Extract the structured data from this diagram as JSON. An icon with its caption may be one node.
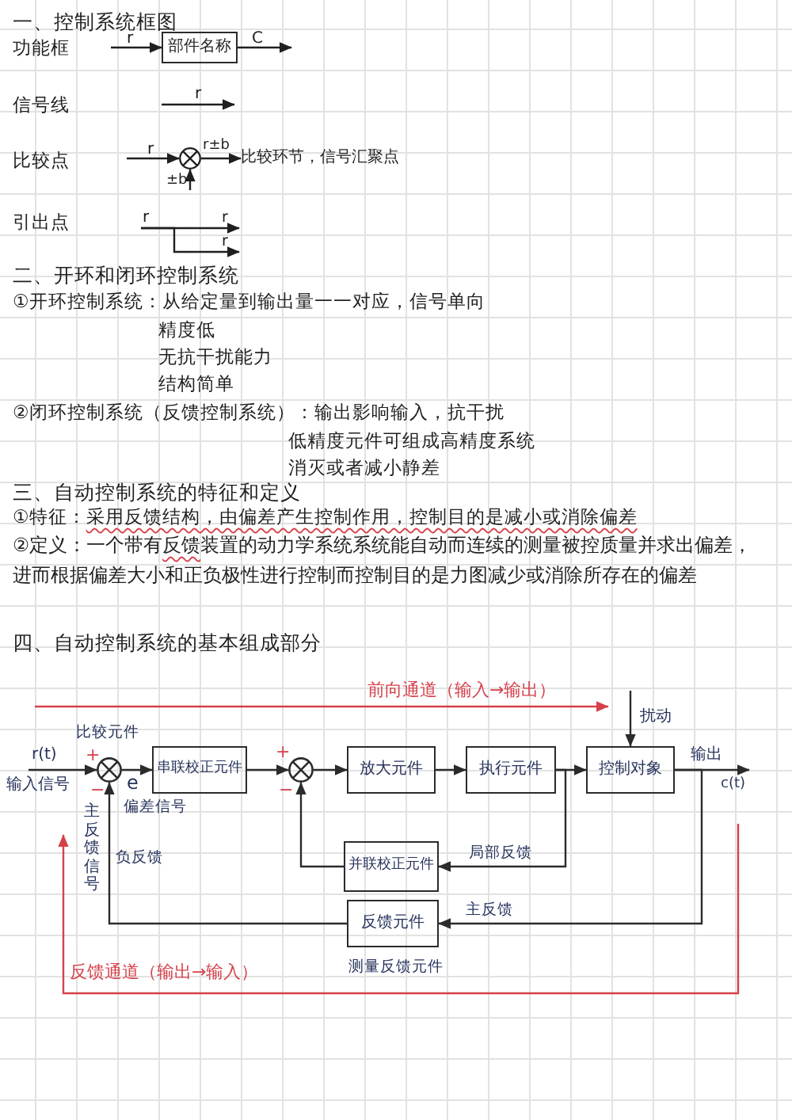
{
  "diagram": {
    "nodes": [
      {
        "text": [
          "部件名称"
        ]
      },
      {
        "text": [],
        "shape": "circle"
      },
      {
        "text": [
          "比较环节，信号汇聚点"
        ]
      },
      {
        "text": [
          "r"
        ]
      },
      {
        "text": [
          "r"
        ]
      },
      {
        "text": [
          "r"
        ]
      },
      {
        "text": [
          "输入信号"
        ]
      },
      {
        "text": [],
        "shape": "circle",
        "beside": [
          "比较元件",
          "+",
          "−"
        ]
      },
      {
        "text": [
          "串联校正元件"
        ]
      },
      {
        "text": [],
        "shape": "circle",
        "beside": [
          "+",
          "−"
        ]
      },
      {
        "text": [
          "放大元件"
        ]
      },
      {
        "text": [
          "执行元件"
        ]
      },
      {
        "text": [
          "控制对象"
        ]
      },
      {
        "text": [
          "c(t)"
        ]
      },
      {
        "text": [
          "并联校正元件"
        ]
      },
      {
        "text": [
          "反馈元件"
        ],
        "beside": [
          "测量反馈元件"
        ]
      }
    ],
    "edges": [
      {
        "from": null,
        "to": 0,
        "arrow": "to",
        "label": "r"
      },
      {
        "from": 0,
        "to": null,
        "arrow": "to",
        "label": "C"
      },
      {
        "from": null,
        "to": 1,
        "arrow": "to",
        "label": "r"
      },
      {
        "from": 1,
        "to": 2,
        "arrow": "to",
        "label": "r±b"
      },
      {
        "from": null,
        "to": 1,
        "arrow": "to",
        "label": "±b"
      },
      {
        "from": 3,
        "to": 4,
        "arrow": "to"
      },
      {
        "from": 3,
        "to": 5,
        "arrow": "to"
      },
      {
        "from": 6,
        "to": 7,
        "arrow": "to",
        "label": "r(t)"
      },
      {
        "from": 7,
        "to": 8,
        "arrow": "to",
        "label": "e"
      },
      {
        "from": 8,
        "to": 9,
        "arrow": "to"
      },
      {
        "from": 9,
        "to": 10,
        "arrow": "to"
      },
      {
        "from": 10,
        "to": 11,
        "arrow": "to"
      },
      {
        "from": 11,
        "to": 12,
        "arrow": "to"
      },
      {
        "from": null,
        "to": 12,
        "arrow": "to",
        "label": "扰动"
      },
      {
        "from": 12,
        "to": 13,
        "arrow": "to",
        "label": "输出"
      },
      {
        "from": 11,
        "to": 14,
        "arrow": "to",
        "label": "局部反馈"
      },
      {
        "from": 14,
        "to": 9,
        "arrow": "to"
      },
      {
        "from": 12,
        "to": 15,
        "arrow": "to",
        "label": "主反馈"
      },
      {
        "from": 15,
        "to": 7,
        "arrow": "to",
        "label": "负反馈"
      }
    ],
    "labels": [
      "一、控制系统框图",
      "功能框",
      "信号线",
      "r",
      "比较点",
      "引出点",
      "二、开环和闭环控制系统",
      "①开环控制系统：从给定量到输出量一一对应，信号单向",
      "精度低",
      "无抗干扰能力",
      "结构简单",
      "②闭环控制系统（反馈控制系统）：输出影响输入，抗干扰",
      "低精度元件可组成高精度系统",
      "消灭或者减小静差",
      "三、自动控制系统的特征和定义",
      "①特征：采用反馈结构，由偏差产生控制作用，控制目的是减小或消除偏差",
      "②定义：一个带有反馈装置的动力学系统系统能自动而连续的测量被控质量并求出偏差，进而根据偏差大小和正负极性进行控制而控制目的是力图减少或消除所存在的偏差",
      "四、自动控制系统的基本组成部分",
      "前向通道（输入→输出）",
      "偏差信号",
      "主反馈信号",
      "反馈通道（输出→输入）"
    ]
  }
}
